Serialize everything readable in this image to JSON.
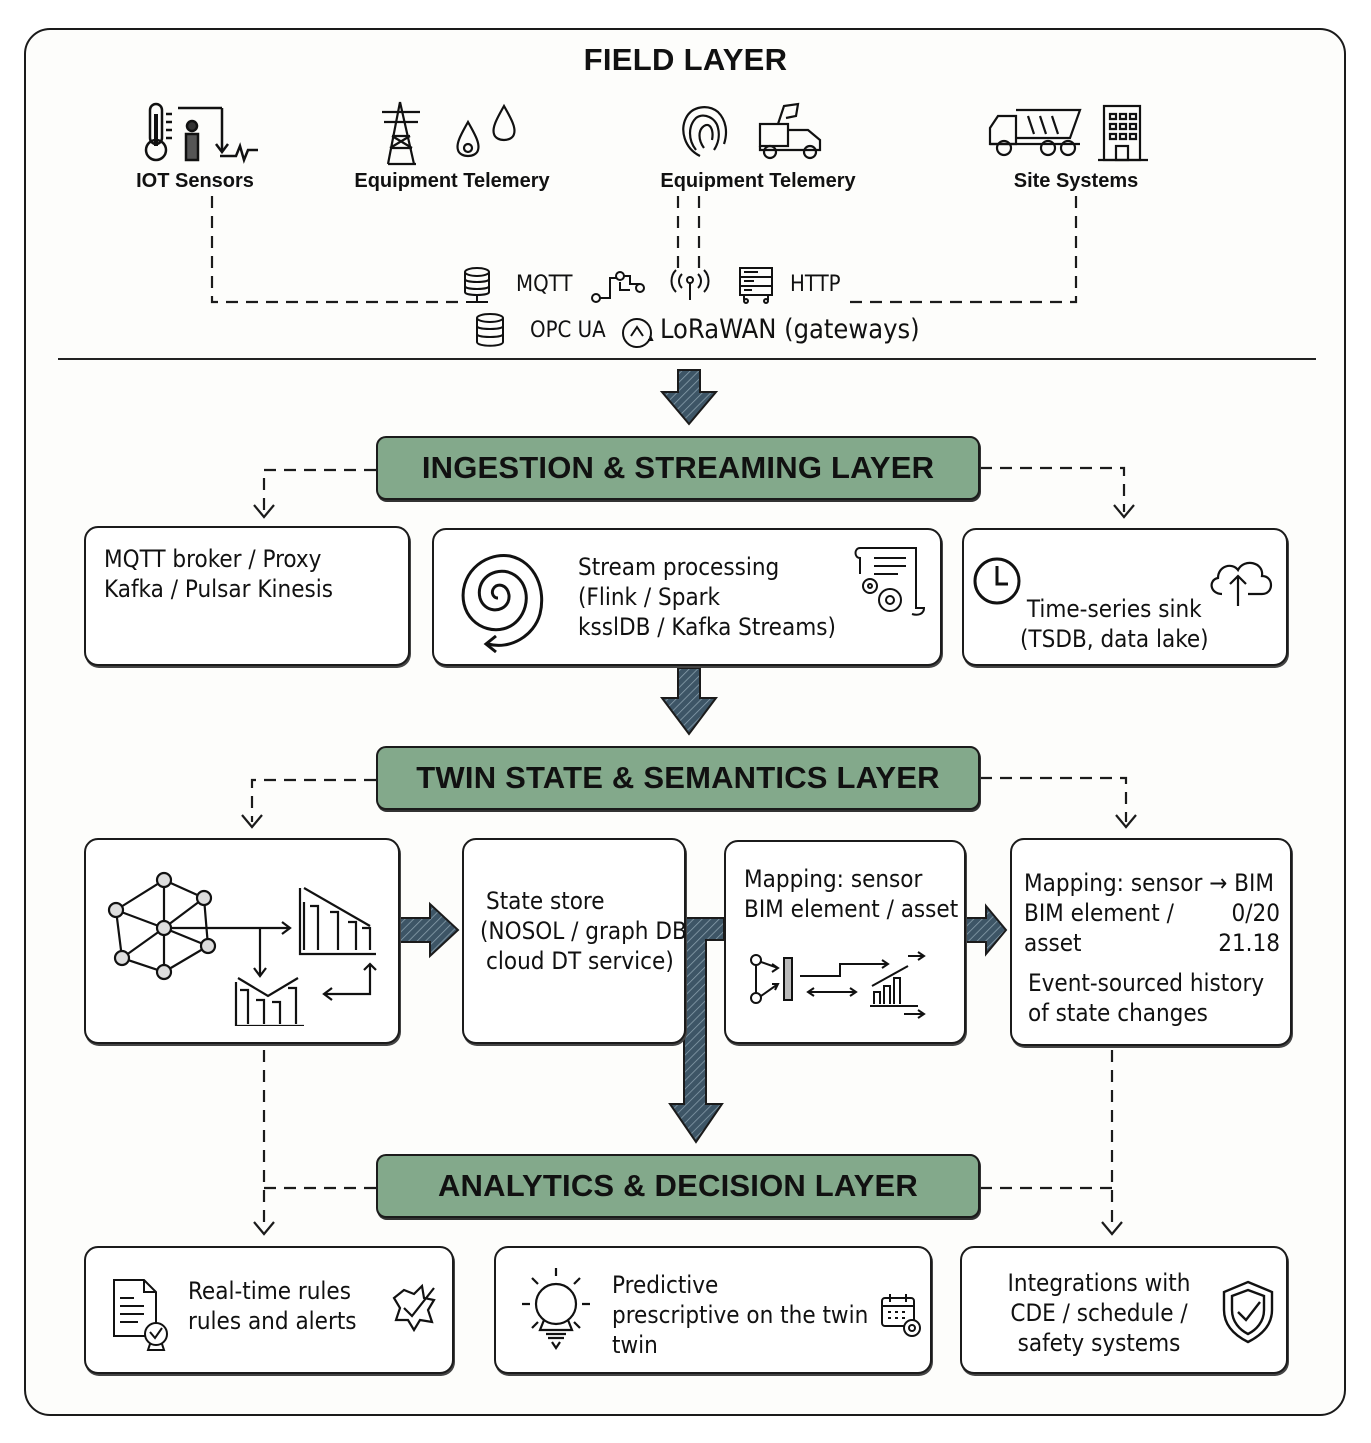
{
  "field_layer": {
    "title": "FIELD LAYER",
    "sources": [
      {
        "label": "IOT Sensors",
        "icons": [
          "thermometer-icon",
          "worker-icon",
          "signal-wave-icon"
        ]
      },
      {
        "label": "Equipment Telemery",
        "icons": [
          "power-tower-icon",
          "water-drop-icon",
          "water-drop-icon"
        ]
      },
      {
        "label": "Equipment Telemery",
        "icons": [
          "fingerprint-icon",
          "crane-truck-icon"
        ]
      },
      {
        "label": "Site Systems",
        "icons": [
          "dump-truck-icon",
          "building-icon"
        ]
      }
    ],
    "protocols": {
      "row1": [
        {
          "icon": "database-icon",
          "label": "MQTT"
        },
        {
          "icon": "network-flow-icon",
          "label": ""
        },
        {
          "icon": "antenna-icon",
          "label": ""
        },
        {
          "icon": "server-icon",
          "label": "HTTP"
        }
      ],
      "row2": [
        {
          "icon": "database-icon",
          "label": "OPC UA"
        },
        {
          "icon": "gauge-icon",
          "label": "LoRaWAN (gateways)"
        }
      ]
    }
  },
  "ingestion_layer": {
    "title": "INGESTION & STREAMING LAYER",
    "boxes": [
      {
        "lines": [
          "MQTT broker / Proxy",
          "Kafka / Pulsar Kinesis"
        ]
      },
      {
        "lines": [
          "Stream processing",
          "(Flink / Spark",
          "ksslDB / Kafka Streams)"
        ],
        "icons": [
          "spiral-icon",
          "config-scroll-icon"
        ]
      },
      {
        "lines": [
          "Time-series sink",
          "(TSDB, data lake)"
        ],
        "icons": [
          "clock-icon",
          "cloud-upload-icon"
        ]
      }
    ]
  },
  "twin_layer": {
    "title": "TWIN STATE & SEMANTICS LAYER",
    "boxes": [
      {
        "icons": [
          "graph-network-icon",
          "bar-chart-icon",
          "bar-chart-icon"
        ]
      },
      {
        "lines": [
          "State store",
          "(NOSOL / graph DB",
          "cloud DT service)"
        ]
      },
      {
        "lines": [
          "Mapping: sensor",
          "BIM element / asset"
        ],
        "icons": [
          "mapping-flow-icon"
        ]
      },
      {
        "rows": [
          {
            "left": "Mapping: sensor → BIM",
            "right": ""
          },
          {
            "left": "BIM element /",
            "right": "0/20"
          },
          {
            "left": "asset",
            "right": "21.18"
          }
        ],
        "lines": [
          "Event-sourced history",
          "of state changes"
        ]
      }
    ]
  },
  "analytics_layer": {
    "title": "ANALYTICS & DECISION LAYER",
    "boxes": [
      {
        "lines": [
          "Real-time rules",
          "rules and alerts"
        ],
        "icons": [
          "document-badge-icon",
          "check-badge-icon"
        ]
      },
      {
        "lines": [
          "Predictive",
          "prescriptive on the twin",
          "twin"
        ],
        "icons": [
          "lightbulb-icon",
          "calendar-gear-icon"
        ]
      },
      {
        "lines": [
          "Integrations with",
          "CDE / schedule /",
          "safety systems"
        ],
        "icons": [
          "shield-check-icon"
        ]
      }
    ]
  },
  "colors": {
    "banner": "#83a98b",
    "arrow": "#3d5566",
    "ink": "#1b1b1b"
  }
}
